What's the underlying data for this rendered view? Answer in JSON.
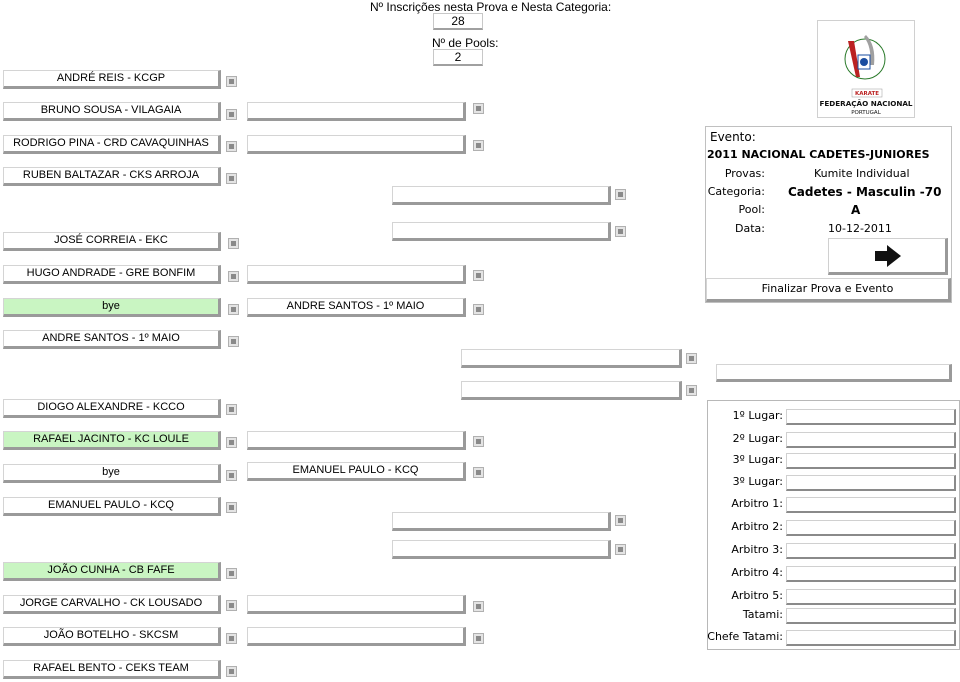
{
  "header": {
    "inscricoes_label": "Nº Inscrições nesta Prova e Nesta Categoria:",
    "inscricoes_value": "28",
    "pools_label": "Nº de Pools:",
    "pools_value": "2"
  },
  "logo": {
    "line1": "FEDERAÇÃO NACIONAL",
    "line2": "PORTUGAL",
    "badge": "KARATE"
  },
  "event_panel": {
    "evento_label": "Evento:",
    "evento_value": "2011 NACIONAL CADETES-JUNIORES",
    "provas_label": "Provas:",
    "provas_value": "Kumite Individual",
    "categoria_label": "Categoria:",
    "categoria_value": "Cadetes - Masculin -70",
    "pool_label": "Pool:",
    "pool_value": "A",
    "data_label": "Data:",
    "data_value": "10-12-2011",
    "finalize_label": "Finalizar Prova e Evento"
  },
  "bracket": {
    "round1": [
      "ANDRÉ REIS - KCGP",
      "BRUNO SOUSA - VILAGAIA",
      "RODRIGO PINA - CRD CAVAQUINHAS",
      "RUBEN BALTAZAR - CKS ARROJA",
      "JOSÉ CORREIA - EKC",
      "HUGO ANDRADE - GRE BONFIM",
      "bye",
      "ANDRE SANTOS - 1º MAIO",
      "DIOGO ALEXANDRE - KCCO",
      "RAFAEL JACINTO - KC LOULE",
      "bye",
      "EMANUEL PAULO - KCQ",
      "JOÃO CUNHA - CB FAFE",
      "JORGE CARVALHO - CK LOUSADO",
      "JOÃO BOTELHO - SKCSM",
      "RAFAEL BENTO - CEKS TEAM"
    ],
    "round2": [
      "",
      "",
      "",
      "",
      "ANDRE SANTOS - 1º MAIO",
      "",
      "EMANUEL PAULO - KCQ",
      "",
      ""
    ],
    "round3": [
      "",
      "",
      "",
      ""
    ],
    "round4": [
      "",
      ""
    ],
    "winner": ""
  },
  "results": {
    "labels": [
      "1º Lugar:",
      "2º Lugar:",
      "3º Lugar:",
      "3º Lugar:",
      "Arbitro 1:",
      "Arbitro 2:",
      "Arbitro 3:",
      "Arbitro 4:",
      "Arbitro 5:",
      "Tatami:",
      "Chefe Tatami:"
    ]
  }
}
